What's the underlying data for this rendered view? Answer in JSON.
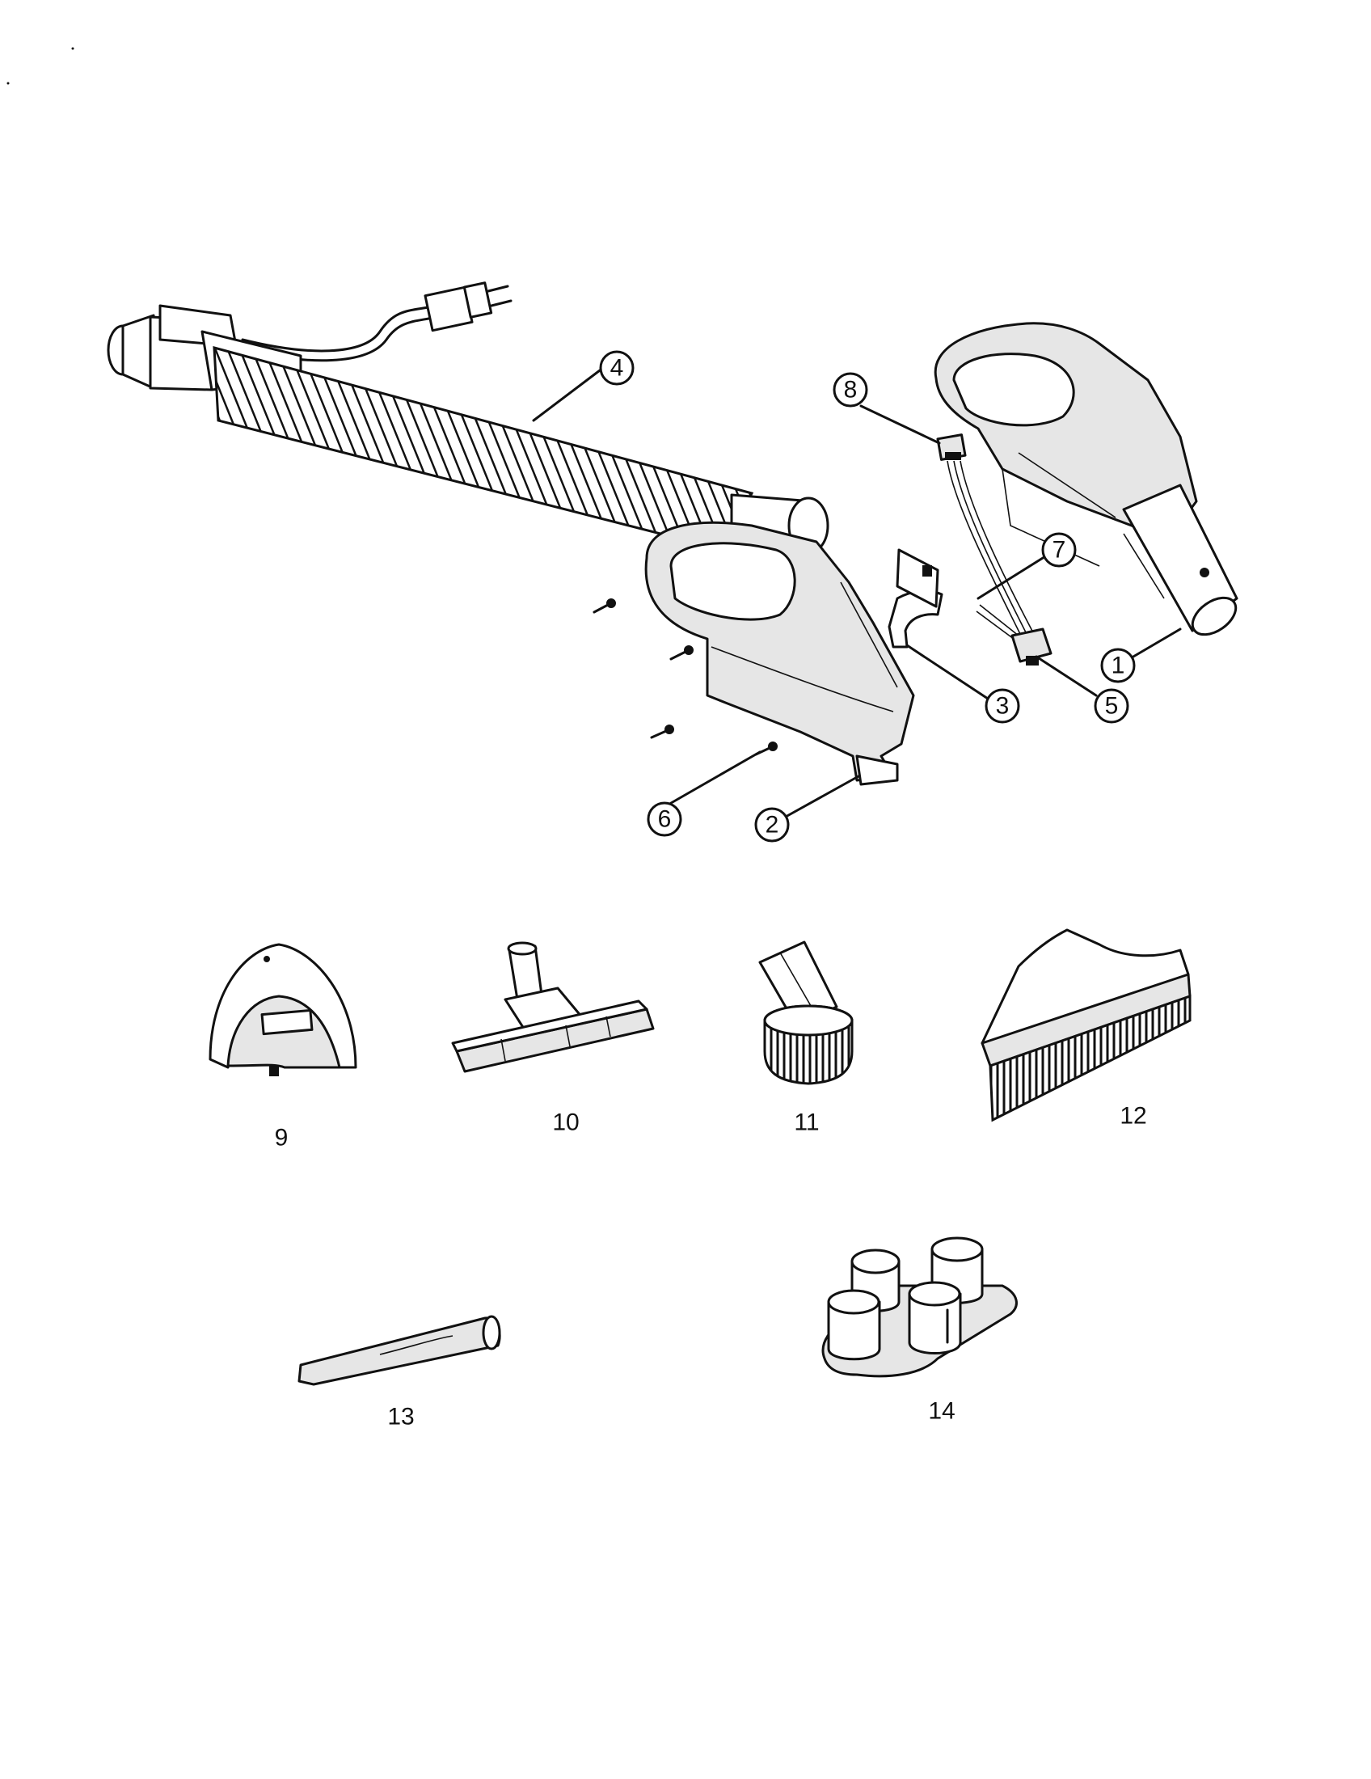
{
  "callouts": [
    {
      "number": "1"
    },
    {
      "number": "2"
    },
    {
      "number": "3"
    },
    {
      "number": "4"
    },
    {
      "number": "5"
    },
    {
      "number": "6"
    },
    {
      "number": "7"
    },
    {
      "number": "8"
    }
  ],
  "items": [
    {
      "label": "9"
    },
    {
      "label": "10"
    },
    {
      "label": "11"
    },
    {
      "label": "12"
    },
    {
      "label": "13"
    },
    {
      "label": "14"
    }
  ]
}
